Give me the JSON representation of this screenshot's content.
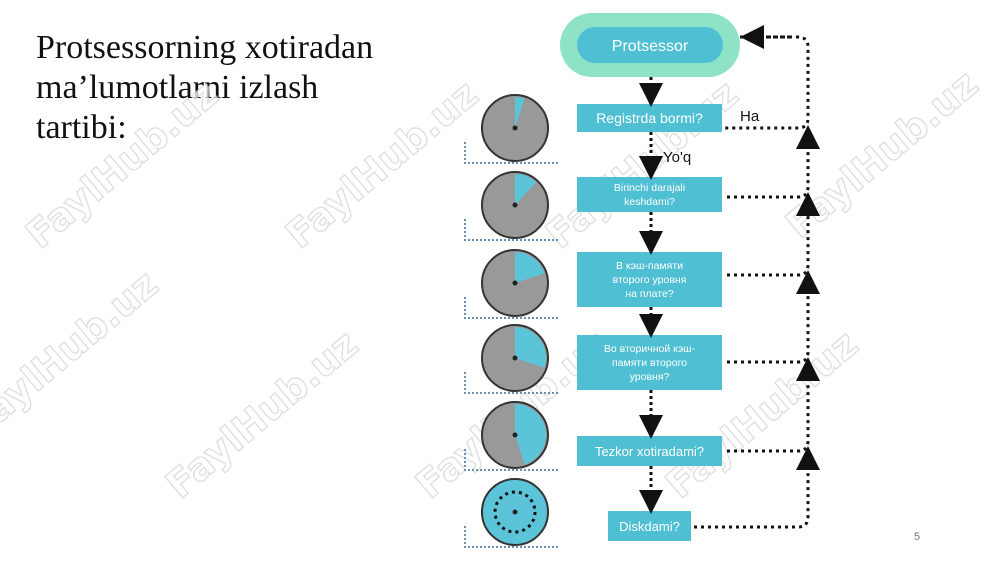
{
  "title_lines": [
    "Protsessorning xotiradan",
    "ma’lumotlarni izlash",
    "tartibi:"
  ],
  "nodes": {
    "processor": "Protsessor",
    "registers": "Registrda bormi?",
    "l1_cache": [
      "Birinchi darajali",
      "keshdami?"
    ],
    "l2_onboard": [
      "В кэш-памяти",
      "второго уровня",
      "на плате?"
    ],
    "l2_secondary": [
      "Во вторичной кэш-",
      "памяти второго",
      "уровня?"
    ],
    "ram": "Tezkor xotiradami?",
    "disk": "Diskdami?"
  },
  "labels": {
    "yes": "Ha",
    "no": "Yo'q"
  },
  "clock_fractions": [
    0.05,
    0.12,
    0.2,
    0.3,
    0.45
  ],
  "watermark": "FaylHub.uz",
  "page_number": "5",
  "colors": {
    "node_fill": "#4fbfd3",
    "processor_outer": "#8ee3c6",
    "clock_face": "#999999",
    "clock_fill": "#5bc4d8"
  }
}
